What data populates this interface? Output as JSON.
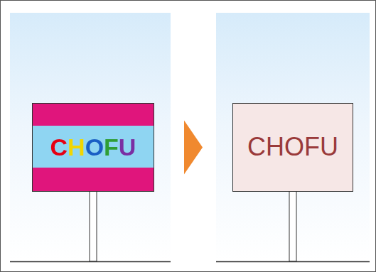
{
  "diagram": {
    "nodes": [
      {
        "text": [
          "CHOFU"
        ]
      },
      {
        "text": [
          "CHOFU"
        ]
      }
    ],
    "edges": [
      {
        "from": 0,
        "to": 1,
        "arrow": "to"
      }
    ]
  }
}
